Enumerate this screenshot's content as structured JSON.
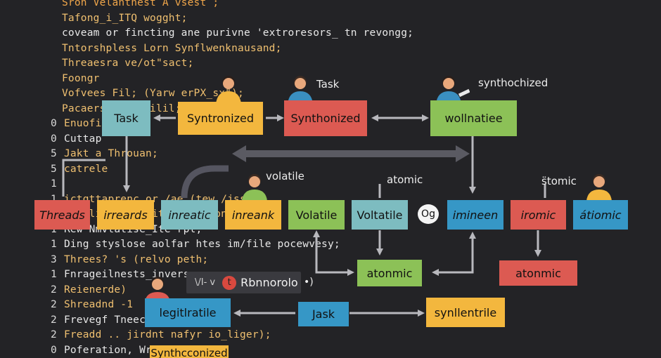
{
  "code_lines": [
    {
      "num": "",
      "text": "Sron Velanthest A vsest ;",
      "color": "#f0a64a"
    },
    {
      "num": "",
      "text": "Tafong_i_ITQ wogght;",
      "color": "#f0c070"
    },
    {
      "num": "",
      "text": "coveam or fincting ane purivne 'extroresors_ tn revongg;",
      "color": "#e8e8e8"
    },
    {
      "num": "",
      "text": "Tntorshpless Lorn Synflwenknausand;",
      "color": "#f0c070"
    },
    {
      "num": "",
      "text": "Threaesra ve/ot\"sact;",
      "color": "#f0c070"
    },
    {
      "num": "",
      "text": "Foongr",
      "color": "#f0c070"
    },
    {
      "num": "",
      "text": "Vofvees Fil; (Yarw erPX_sx\");",
      "color": "#f0c070"
    },
    {
      "num": "",
      "text": "Pacaersai emauilil;",
      "color": "#f0c070"
    },
    {
      "num": "0",
      "text": "Enuofion",
      "color": "#f0c070"
    },
    {
      "num": "0",
      "text": "Cuttap",
      "color": "#e8e8e8"
    },
    {
      "num": "5",
      "text": "Jakt a Throuan;",
      "color": "#f0c070"
    },
    {
      "num": "5",
      "text": "catrele",
      "color": "#f0c070"
    },
    {
      "num": "1",
      "text": "",
      "color": "#f0c070"
    },
    {
      "num": "1",
      "text": "ictgttaprenc or /ae (tew /jsse)",
      "color": "#f0c070"
    },
    {
      "num": "3",
      "text": "Enuilier (ttaaitio in wronopeal;",
      "color": "#f0c070"
    },
    {
      "num": "1",
      "text": "Rew Nmvtatise_Ite rpl;",
      "color": "#e8e8e8"
    },
    {
      "num": "1",
      "text": "Ding styslose aolfar htes im/file pocewvesy;",
      "color": "#e8e8e8"
    },
    {
      "num": "3",
      "text": "Threes? 's (relvo peth;",
      "color": "#f0c070"
    },
    {
      "num": "1",
      "text": "Fnrageilnests_inverss;",
      "color": "#e8e8e8"
    },
    {
      "num": "2",
      "text": "Reienerde)",
      "color": "#f0c070"
    },
    {
      "num": "2",
      "text": "Shreadnd -1",
      "color": "#f0c070"
    },
    {
      "num": "2",
      "text": "Frevegf Tneechag",
      "color": "#e8e8e8"
    },
    {
      "num": "2",
      "text": "Freadd .. jirdnt nafyr io_liger);",
      "color": "#f0c070"
    },
    {
      "num": "0",
      "text": "Poferation, Wri",
      "color": "#e8e8e8"
    }
  ],
  "nodes": {
    "task1": "Task",
    "synch1": "Syntronized",
    "synch2": "Synthonized",
    "woll": "wollnatiee",
    "threads": "Threads",
    "irreards": "irreards",
    "inreatic": "inreatic",
    "inreank": "inreank",
    "volatile1": "Volatile",
    "volatile2": "Voltatile",
    "imineen": "imineen",
    "iromic": "iromic",
    "atiomic": "átiomic",
    "atonmic1": "atonmic",
    "atonmic2": "atonmic",
    "legit": "legitlratile",
    "jask": "Jask",
    "synllen": "synllentrile",
    "synch3": "Synthcconized"
  },
  "labels": {
    "task_top": "Task",
    "synth_top": "synthochized",
    "volatile_lbl": "volatile",
    "atomic_lbl": "atomic",
    "stomic_lbl": "s̈tomic",
    "og": "Og"
  },
  "tooltip": {
    "prefix": "\\/I- v",
    "badge": "t",
    "text": "Rbnnorolo",
    "suffix": "•)"
  },
  "colors": {
    "teal": "#7dbcc0",
    "yellow": "#f3b73e",
    "red": "#dc5a52",
    "green": "#8cc157",
    "blue": "#3697c6",
    "arrow": "#b8b8bd",
    "bar": "#5a5a62"
  }
}
